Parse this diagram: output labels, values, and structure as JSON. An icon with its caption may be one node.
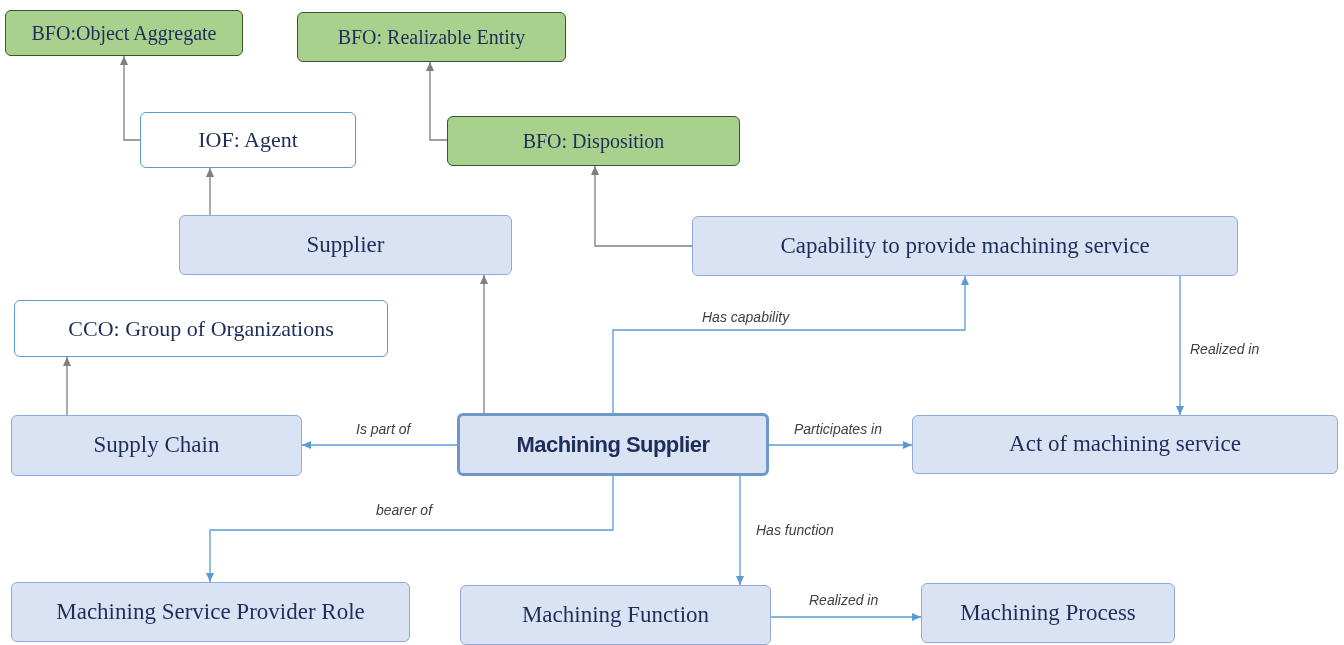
{
  "diagram": {
    "nodes": [
      {
        "text": [
          "BFO:Object Aggregate"
        ]
      },
      {
        "text": [
          "BFO: Realizable Entity"
        ]
      },
      {
        "text": [
          "IOF: Agent"
        ]
      },
      {
        "text": [
          "BFO: Disposition"
        ]
      },
      {
        "text": [
          "Supplier"
        ]
      },
      {
        "text": [
          "Capability to provide machining service"
        ]
      },
      {
        "text": [
          "CCO: Group of Organizations"
        ]
      },
      {
        "text": [
          "Supply Chain"
        ]
      },
      {
        "text": [
          "Machining Supplier"
        ]
      },
      {
        "text": [
          "Act of machining service"
        ]
      },
      {
        "text": [
          "Machining Service Provider Role"
        ]
      },
      {
        "text": [
          "Machining Function"
        ]
      },
      {
        "text": [
          "Machining Process"
        ]
      }
    ],
    "edges": [
      {
        "from": 2,
        "to": 0,
        "arrow": "to",
        "color": "#7f7f7f"
      },
      {
        "from": 4,
        "to": 2,
        "arrow": "to",
        "color": "#7f7f7f"
      },
      {
        "from": 3,
        "to": 1,
        "arrow": "to",
        "color": "#7f7f7f"
      },
      {
        "from": 5,
        "to": 3,
        "arrow": "to",
        "color": "#7f7f7f"
      },
      {
        "from": 8,
        "to": 4,
        "arrow": "to",
        "color": "#7f7f7f"
      },
      {
        "from": 7,
        "to": 6,
        "arrow": "to",
        "color": "#7f7f7f"
      },
      {
        "from": 8,
        "to": 7,
        "arrow": "to",
        "label": "Is part of"
      },
      {
        "from": 8,
        "to": 9,
        "arrow": "to",
        "label": "Participates in"
      },
      {
        "from": 8,
        "to": 5,
        "arrow": "to",
        "label": "Has capability"
      },
      {
        "from": 5,
        "to": 9,
        "arrow": "to",
        "label": "Realized in"
      },
      {
        "from": 8,
        "to": 10,
        "arrow": "to",
        "label": "bearer of"
      },
      {
        "from": 8,
        "to": 11,
        "arrow": "to",
        "label": "Has function"
      },
      {
        "from": 11,
        "to": 12,
        "arrow": "to",
        "label": "Realized in"
      }
    ]
  }
}
